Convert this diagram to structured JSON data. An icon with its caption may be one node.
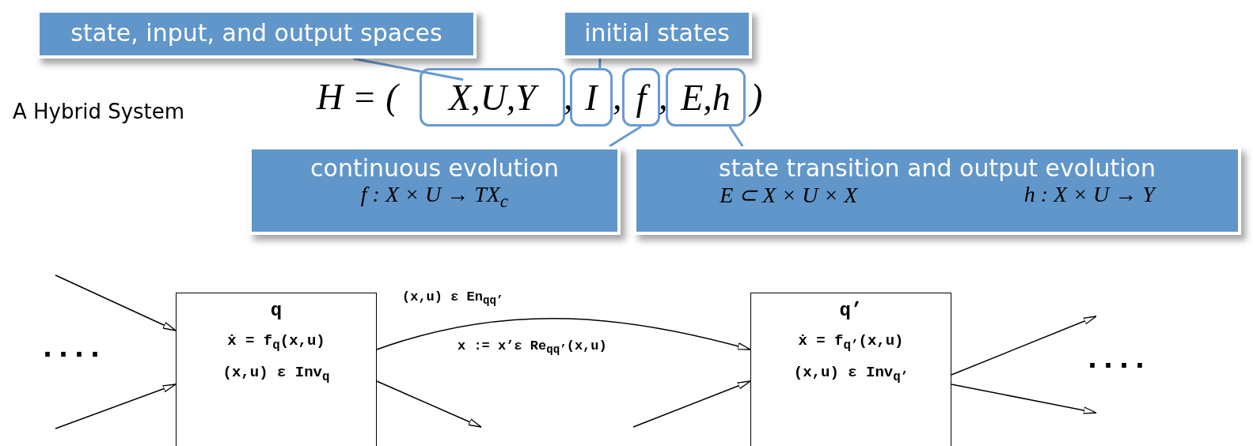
{
  "diagram": {
    "nodes": [
      {
        "text": [
          "state, input, and output spaces"
        ]
      },
      {
        "text": [
          "initial states"
        ]
      },
      {
        "text": [
          "X,U,Y"
        ]
      },
      {
        "text": [
          "I"
        ]
      },
      {
        "text": [
          "f"
        ]
      },
      {
        "text": [
          "E,h"
        ]
      },
      {
        "text": [
          "continuous evolution",
          "f : X × U → TX$_{c}$"
        ]
      },
      {
        "text": [
          "state transition and output evolution",
          "E ⊂ X × U × X",
          "h : X × U → Y"
        ]
      },
      {
        "text": [
          "q",
          "ẋ = f$_{q}$(x,u)",
          "(x,u) ε Inv$_{q}$"
        ]
      },
      {
        "text": [
          "q’",
          "ẋ = f$_{q’}$(x,u)",
          "(x,u) ε Inv$_{q’}$"
        ]
      }
    ],
    "edges": [
      {
        "from": 0,
        "to": 2,
        "arrow": "none",
        "color": "#6a9bd1"
      },
      {
        "from": 1,
        "to": 3,
        "arrow": "none",
        "color": "#6a9bd1"
      },
      {
        "from": 6,
        "to": 4,
        "arrow": "none",
        "color": "#6a9bd1"
      },
      {
        "from": 7,
        "to": 5,
        "arrow": "none",
        "color": "#6a9bd1"
      },
      {
        "from": null,
        "to": 8,
        "arrow": "to"
      },
      {
        "from": null,
        "to": 8,
        "arrow": "to"
      },
      {
        "from": 8,
        "to": null,
        "arrow": "to"
      },
      {
        "from": 8,
        "to": 9,
        "arrow": "to",
        "label": "(x,u) ε En$_{qq’}$"
      },
      {
        "from": null,
        "to": 9,
        "arrow": "to"
      },
      {
        "from": 9,
        "to": null,
        "arrow": "to"
      },
      {
        "from": 9,
        "to": null,
        "arrow": "to"
      }
    ],
    "labels": [
      "A Hybrid System",
      "H = (",
      ",",
      ",",
      ",",
      ")",
      "x := x’ε Re$_{qq’}$(x,u)",
      "....",
      "...."
    ]
  }
}
